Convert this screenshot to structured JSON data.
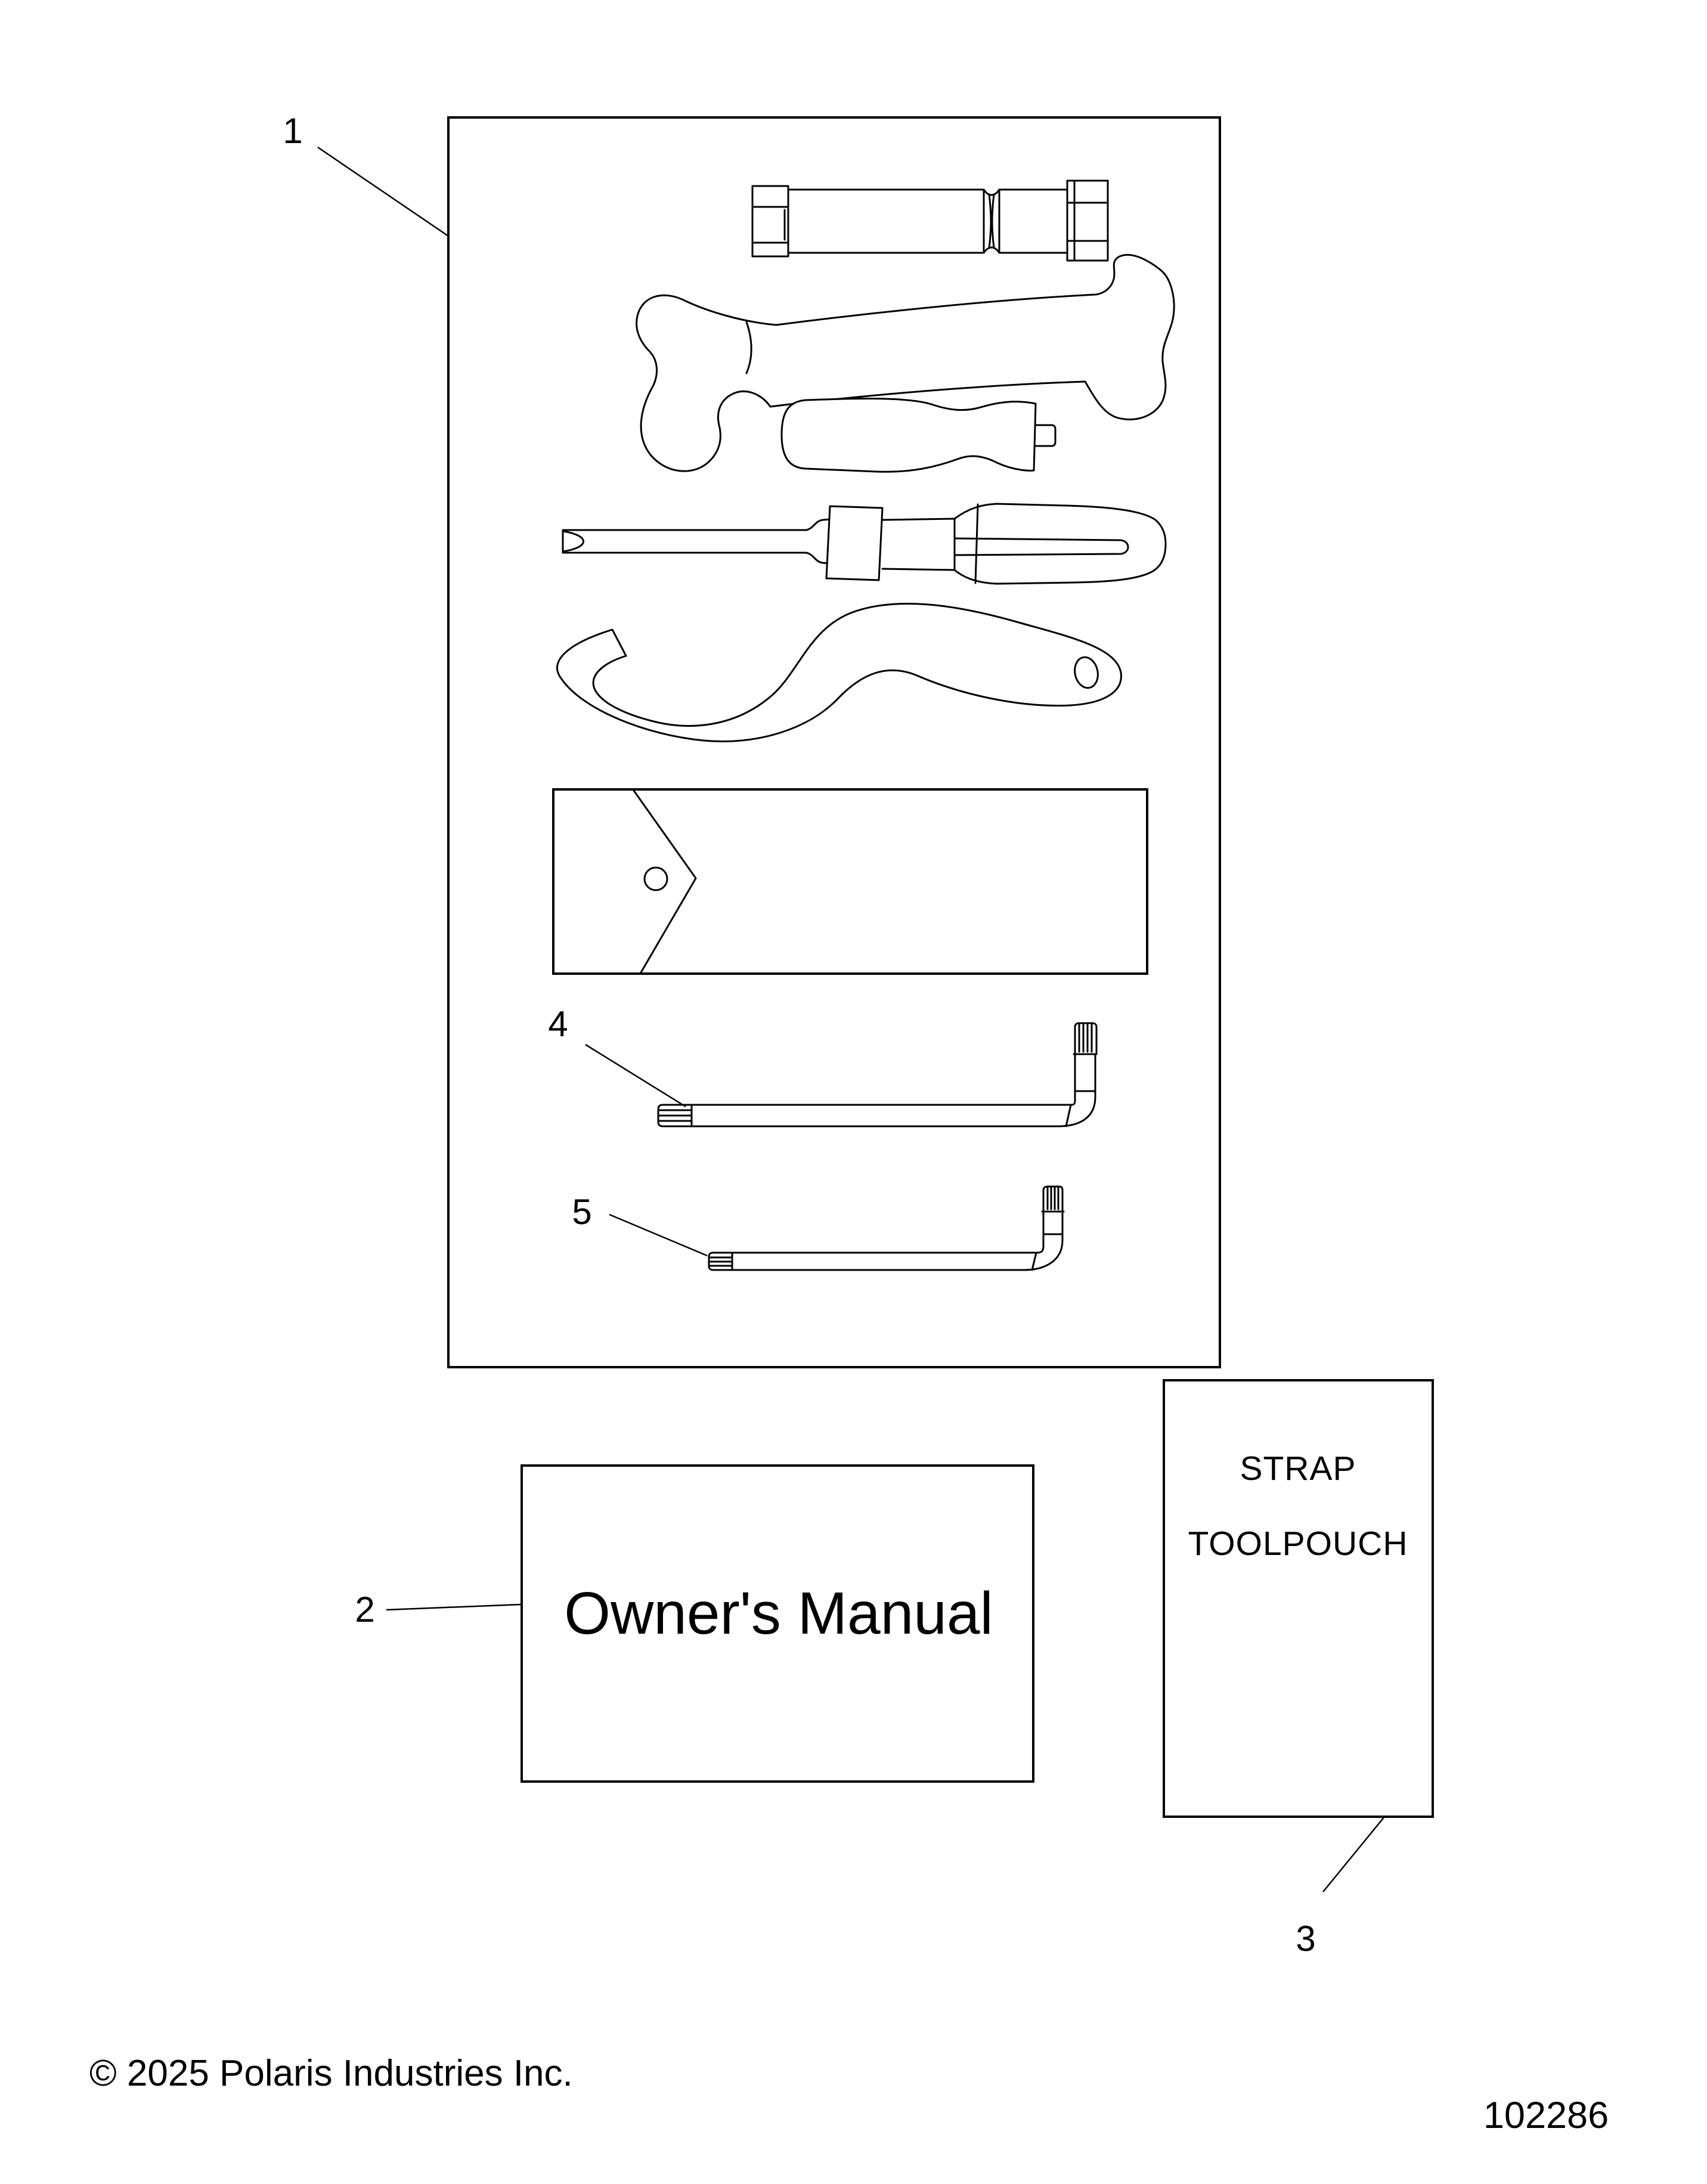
{
  "page": {
    "background_color": "#ffffff",
    "line_color": "#000000"
  },
  "diagram": {
    "callouts": {
      "c1": "1",
      "c2": "2",
      "c3": "3",
      "c4": "4",
      "c5": "5"
    },
    "boxes": {
      "owners_manual_label": "Owner's Manual",
      "strap_label": "STRAP",
      "toolpouch_label": "TOOLPOUCH"
    },
    "tools": [
      "spark-plug-socket",
      "open-end-wrench",
      "driver-handle",
      "screwdriver",
      "spanner-wrench",
      "tool-pouch-flap",
      "torx-key-large",
      "torx-key-small"
    ],
    "footer": {
      "copyright": "© 2025 Polaris Industries Inc.",
      "part_number": "102286"
    }
  }
}
